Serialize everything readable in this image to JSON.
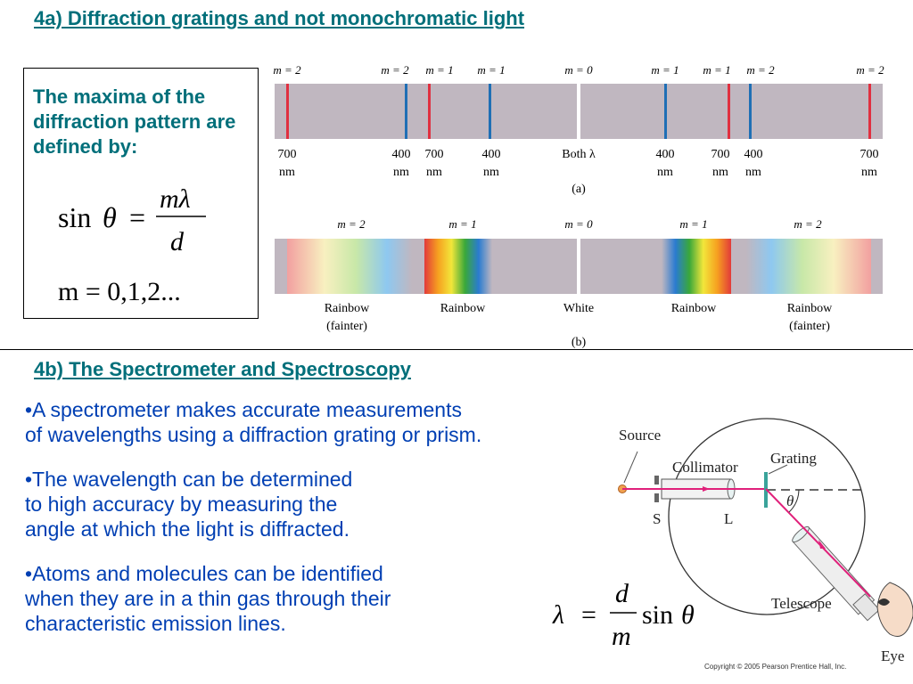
{
  "part_a": {
    "heading": "4a) Diffraction gratings and not monochromatic light",
    "box_text": "The maxima of the diffraction pattern are defined by:",
    "formula_sin": "sin",
    "formula_theta": "θ",
    "formula_eq": "=",
    "formula_num": "mλ",
    "formula_den": "d",
    "formula_m_line": "m = 0,1,2...",
    "panel_a": {
      "top_labels": [
        "m = 2",
        "m = 2",
        "m = 1",
        "m = 1",
        "m = 0",
        "m = 1",
        "m = 1",
        "m = 2",
        "m = 2"
      ],
      "bottom_labels": [
        [
          "700",
          "nm"
        ],
        [
          "400",
          "nm"
        ],
        [
          "700",
          "nm"
        ],
        [
          "400",
          "nm"
        ],
        [
          "Both λ",
          ""
        ],
        [
          "400",
          "nm"
        ],
        [
          "700",
          "nm"
        ],
        [
          "400",
          "nm"
        ],
        [
          "700",
          "nm"
        ]
      ],
      "caption": "(a)"
    },
    "panel_b": {
      "top_labels": [
        "m = 2",
        "m = 1",
        "m = 0",
        "m = 1",
        "m = 2"
      ],
      "bottom_labels": [
        [
          "Rainbow",
          "(fainter)"
        ],
        [
          "Rainbow",
          ""
        ],
        [
          "White",
          ""
        ],
        [
          "Rainbow",
          ""
        ],
        [
          "Rainbow",
          "(fainter)"
        ]
      ],
      "caption": "(b)"
    }
  },
  "part_b": {
    "heading": "4b) The Spectrometer and Spectroscopy",
    "bullets": [
      "•A spectrometer makes accurate measurements\nof wavelengths using a diffraction grating or prism.",
      "•The wavelength can be determined\nto high accuracy by measuring the\nangle at which the light is diffracted.",
      "•Atoms and molecules can be identified\nwhen they are in a thin gas through their\ncharacteristic emission lines."
    ],
    "spectrometer": {
      "source": "Source",
      "collimator": "Collimator",
      "grating": "Grating",
      "s": "S",
      "l": "L",
      "theta": "θ",
      "telescope": "Telescope",
      "eye": "Eye"
    },
    "formula": {
      "lambda": "λ",
      "eq": "=",
      "num": "d",
      "den": "m",
      "sin": "sin",
      "theta": "θ"
    },
    "copyright": "Copyright © 2005 Pearson Prentice Hall, Inc."
  },
  "colors": {
    "heading": "#006f7a",
    "bullet": "#003fb3",
    "band": "#c0b7c0",
    "red_line": "#e03040",
    "blue_line": "#1f6fb5",
    "beam": "#e0207a"
  }
}
